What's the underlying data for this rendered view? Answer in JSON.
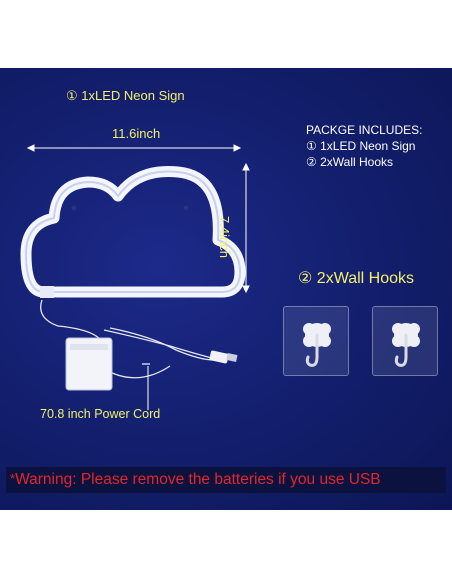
{
  "product": {
    "item_1": "① 1xLED Neon Sign",
    "width": "11.6inch",
    "height": "7.4inch",
    "package_title": "PACKGE INCLUDES:",
    "package_item_1": "①  1xLED Neon Sign",
    "package_item_2": "②  2xWall Hooks",
    "hooks_title": "②  2xWall Hooks",
    "cord": "70.8 inch Power Cord",
    "warning": "Warning: Please remove the batteries if you use USB",
    "warning_mark": "*"
  },
  "colors": {
    "background": "#142070",
    "label_yellow": "#f3f06a",
    "warning_red": "#e2262b",
    "neon_white": "#f4f6ff"
  },
  "icons": [
    "cloud-neon-sign-icon",
    "battery-box-icon",
    "usb-plug-icon",
    "wall-hook-icon"
  ]
}
